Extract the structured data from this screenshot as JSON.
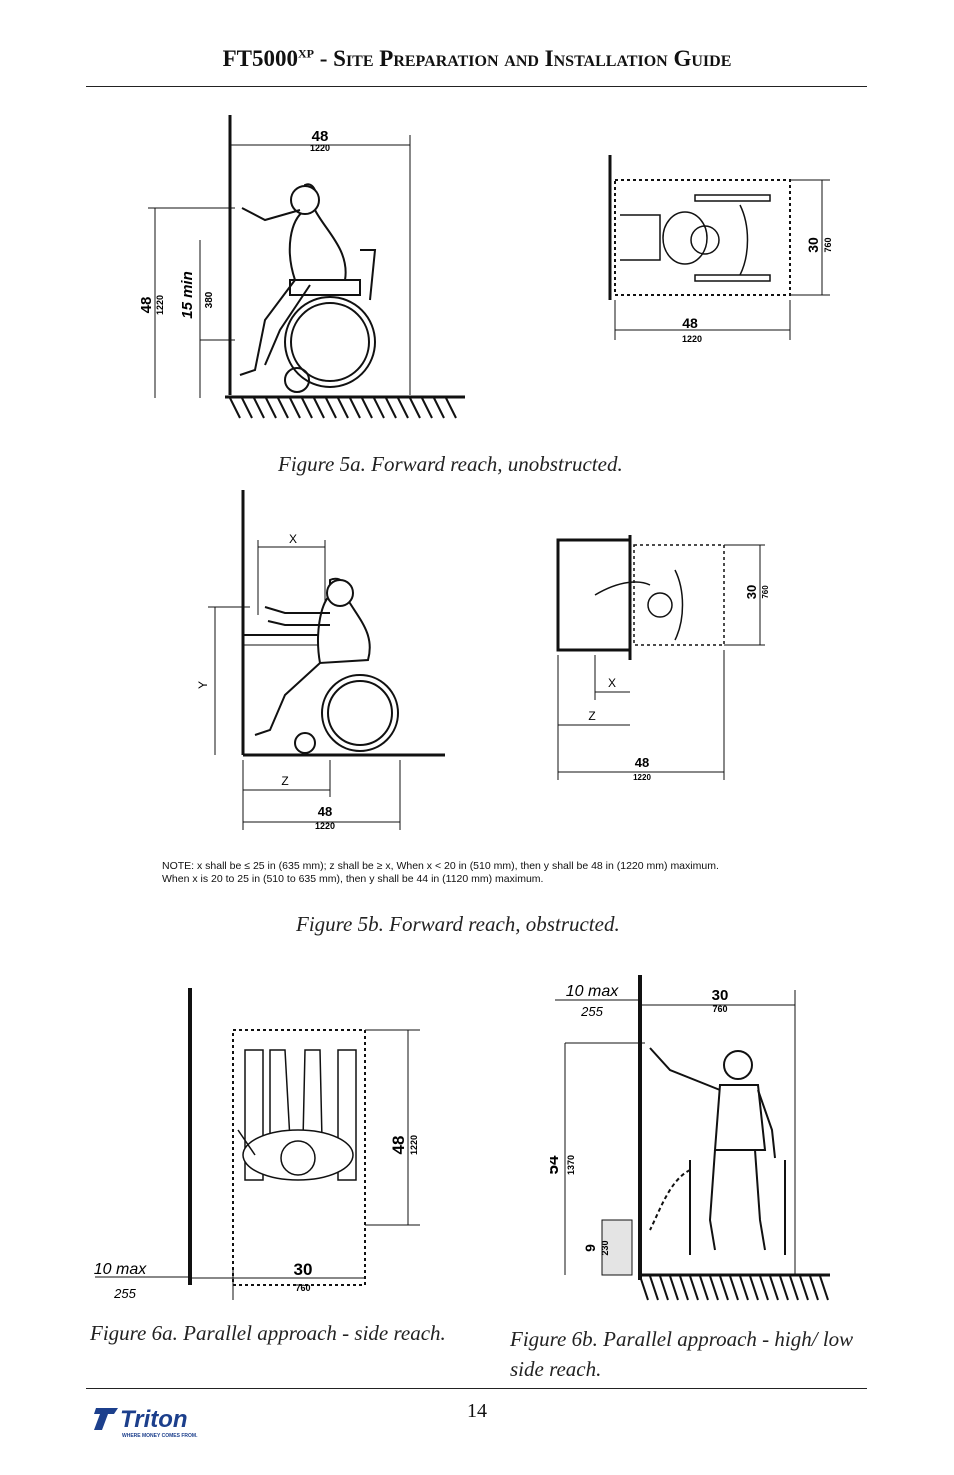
{
  "header": {
    "model": "FT5000",
    "model_sup": "XP",
    "title_rest": " - Site Preparation and Installation Guide"
  },
  "fig5a": {
    "caption": "Figure 5a. Forward reach, unobstructed.",
    "dim_top": "48",
    "dim_top_mm": "1220",
    "dim_height": "48",
    "dim_height_mm": "1220",
    "dim_min": "15 min",
    "dim_min_mm": "380",
    "plan_w": "48",
    "plan_w_mm": "1220",
    "plan_h": "30",
    "plan_h_mm": "760"
  },
  "fig5b": {
    "caption": "Figure 5b. Forward reach, obstructed.",
    "x": "X",
    "y": "Y",
    "z": "Z",
    "dim_48": "48",
    "dim_48_mm": "1220",
    "plan_30": "30",
    "plan_30_mm": "760",
    "plan_48": "48",
    "plan_48_mm": "1220",
    "note_line1": "NOTE: x shall be ≤ 25 in (635 mm); z shall be ≥ x, When x < 20 in (510 mm), then y shall be 48 in (1220 mm) maximum.",
    "note_line2": "When x is 20 to 25 in (510 to 635 mm), then y shall be 44 in (1120 mm) maximum."
  },
  "fig6a": {
    "caption": "Figure 6a. Parallel approach - side reach.",
    "dim_48": "48",
    "dim_48_mm": "1220",
    "dim_30": "30",
    "dim_30_mm": "760",
    "dim_10": "10 max",
    "dim_10_mm": "255"
  },
  "fig6b": {
    "caption": "Figure 6b. Parallel approach - high/ low side reach.",
    "dim_10": "10 max",
    "dim_10_mm": "255",
    "dim_30": "30",
    "dim_30_mm": "760",
    "dim_54": "54",
    "dim_54_mm": "1370",
    "dim_9": "9",
    "dim_9_mm": "230"
  },
  "footer": {
    "page_number": "14",
    "logo_text": "Triton",
    "logo_tagline": "WHERE MONEY COMES FROM."
  }
}
